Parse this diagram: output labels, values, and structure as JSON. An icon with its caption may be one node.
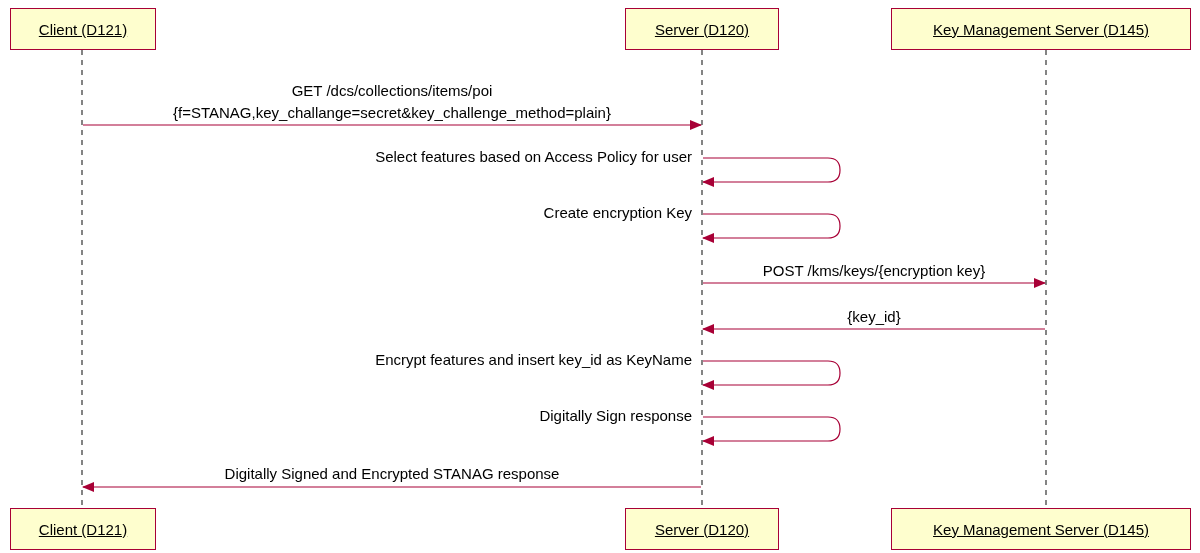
{
  "diagram": {
    "nodes": [
      {
        "text": [
          "Client (D121)"
        ]
      },
      {
        "text": [
          "Server (D120)"
        ]
      },
      {
        "text": [
          "Key Management Server (D145)"
        ]
      },
      {
        "text": [],
        "shape": "bar"
      },
      {
        "text": [],
        "shape": "bar"
      },
      {
        "text": [],
        "shape": "bar"
      },
      {
        "text": [
          "Client (D121)"
        ]
      },
      {
        "text": [
          "Server (D120)"
        ]
      },
      {
        "text": [
          "Key Management Server (D145)"
        ]
      }
    ],
    "edges": [
      {
        "from": 3,
        "to": 4,
        "arrow": "to",
        "label": "GET /dcs/collections/items/poi {f=STANAG,key_challange=secret&key_challenge_method=plain}"
      },
      {
        "from": 4,
        "to": 4,
        "arrow": "to",
        "label": "Select features based on Access Policy for user"
      },
      {
        "from": 4,
        "to": 4,
        "arrow": "to",
        "label": "Create encryption Key"
      },
      {
        "from": 4,
        "to": 5,
        "arrow": "to",
        "label": "POST /kms/keys/{encryption key}"
      },
      {
        "from": 5,
        "to": 4,
        "arrow": "to",
        "label": "{key_id}"
      },
      {
        "from": 4,
        "to": 4,
        "arrow": "to",
        "label": "Encrypt features and insert key_id as KeyName"
      },
      {
        "from": 4,
        "to": 4,
        "arrow": "to",
        "label": "Digitally Sign response"
      },
      {
        "from": 4,
        "to": 3,
        "arrow": "to",
        "label": "Digitally Signed and Encrypted STANAG response"
      }
    ]
  }
}
